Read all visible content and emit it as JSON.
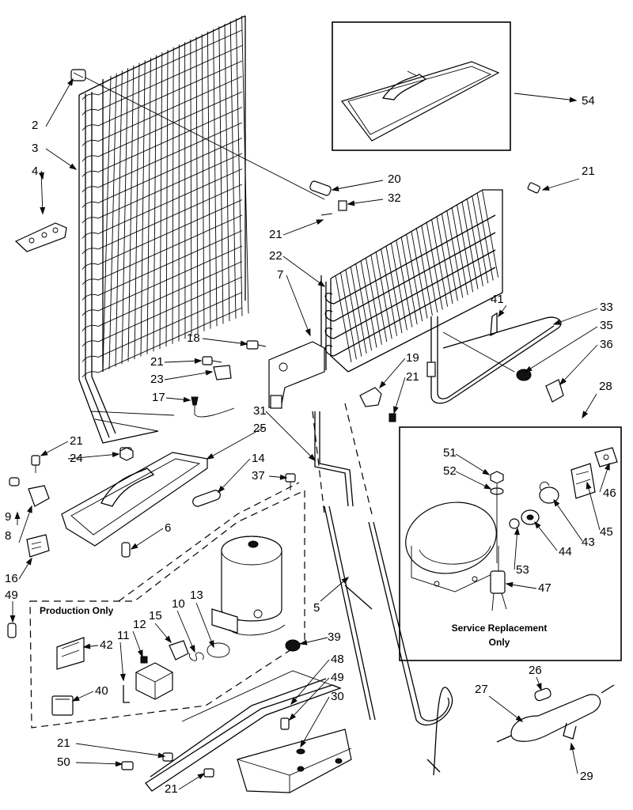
{
  "captions": {
    "production_only": "Production Only",
    "service_line1": "Service Replacement",
    "service_line2": "Only"
  },
  "part_numbers": [
    {
      "id": "p54",
      "text": "54"
    },
    {
      "id": "p2",
      "text": "2"
    },
    {
      "id": "p3",
      "text": "3"
    },
    {
      "id": "p4",
      "text": "4"
    },
    {
      "id": "p20",
      "text": "20"
    },
    {
      "id": "p32",
      "text": "32"
    },
    {
      "id": "p21a",
      "text": "21"
    },
    {
      "id": "p21b",
      "text": "21"
    },
    {
      "id": "p22",
      "text": "22"
    },
    {
      "id": "p7",
      "text": "7"
    },
    {
      "id": "p41",
      "text": "41"
    },
    {
      "id": "p33",
      "text": "33"
    },
    {
      "id": "p35",
      "text": "35"
    },
    {
      "id": "p36",
      "text": "36"
    },
    {
      "id": "p18",
      "text": "18"
    },
    {
      "id": "p21c",
      "text": "21"
    },
    {
      "id": "p23",
      "text": "23"
    },
    {
      "id": "p19",
      "text": "19"
    },
    {
      "id": "p21d",
      "text": "21"
    },
    {
      "id": "p28",
      "text": "28"
    },
    {
      "id": "p17",
      "text": "17"
    },
    {
      "id": "p31",
      "text": "31"
    },
    {
      "id": "p25",
      "text": "25"
    },
    {
      "id": "p21e",
      "text": "21"
    },
    {
      "id": "p24",
      "text": "24"
    },
    {
      "id": "p14",
      "text": "14"
    },
    {
      "id": "p37",
      "text": "37"
    },
    {
      "id": "p51",
      "text": "51"
    },
    {
      "id": "p52",
      "text": "52"
    },
    {
      "id": "p9",
      "text": "9"
    },
    {
      "id": "p8",
      "text": "8"
    },
    {
      "id": "p6",
      "text": "6"
    },
    {
      "id": "p46",
      "text": "46"
    },
    {
      "id": "p44",
      "text": "44"
    },
    {
      "id": "p43",
      "text": "43"
    },
    {
      "id": "p45",
      "text": "45"
    },
    {
      "id": "p53",
      "text": "53"
    },
    {
      "id": "p16",
      "text": "16"
    },
    {
      "id": "p49a",
      "text": "49"
    },
    {
      "id": "p47",
      "text": "47"
    },
    {
      "id": "p12",
      "text": "12"
    },
    {
      "id": "p15",
      "text": "15"
    },
    {
      "id": "p10",
      "text": "10"
    },
    {
      "id": "p13",
      "text": "13"
    },
    {
      "id": "p5",
      "text": "5"
    },
    {
      "id": "p11",
      "text": "11"
    },
    {
      "id": "p42",
      "text": "42"
    },
    {
      "id": "p39",
      "text": "39"
    },
    {
      "id": "p48",
      "text": "48"
    },
    {
      "id": "p49b",
      "text": "49"
    },
    {
      "id": "p30",
      "text": "30"
    },
    {
      "id": "p40",
      "text": "40"
    },
    {
      "id": "p26",
      "text": "26"
    },
    {
      "id": "p27",
      "text": "27"
    },
    {
      "id": "p21f",
      "text": "21"
    },
    {
      "id": "p50",
      "text": "50"
    },
    {
      "id": "p29",
      "text": "29"
    },
    {
      "id": "p21g",
      "text": "21"
    }
  ]
}
